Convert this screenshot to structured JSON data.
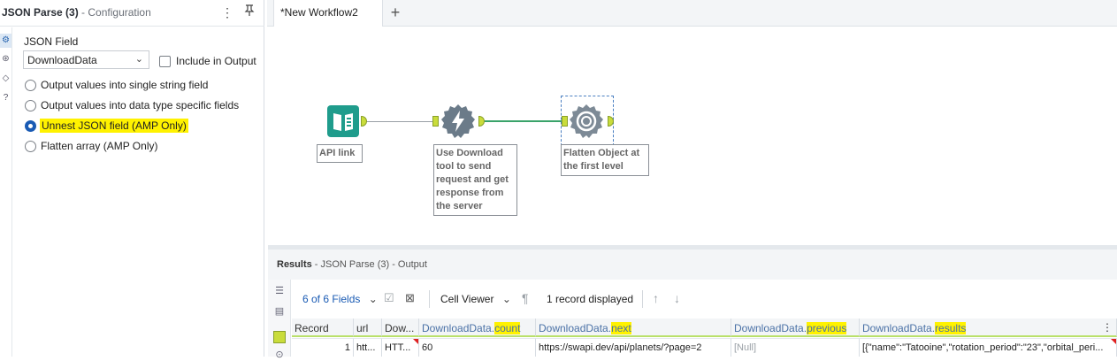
{
  "config": {
    "title": "JSON Parse (3)",
    "subtitle": " - Configuration",
    "field_label": "JSON Field",
    "field_value": "DownloadData",
    "include_label": "Include in Output",
    "options": [
      "Output values into single string field",
      "Output values into data type specific fields",
      "Unnest JSON field (AMP Only)",
      "Flatten array (AMP Only)"
    ],
    "selected_option": 2
  },
  "tabs": {
    "active": "*New Workflow2",
    "add": "+"
  },
  "canvas": {
    "tools": [
      {
        "name": "API link"
      },
      {
        "name": "Use Download tool to send request and get response from the server"
      },
      {
        "name": "Flatten Object at the first level"
      }
    ],
    "label_lines": [
      [
        "API link"
      ],
      [
        "Use Download",
        "tool to send",
        "request and get",
        "response from",
        "the server"
      ],
      [
        "Flatten Object at",
        "the first level"
      ]
    ]
  },
  "results": {
    "title": "Results",
    "subtitle": " - JSON Parse (3) - Output",
    "fields_label": "6 of 6 Fields",
    "viewer_label": "Cell Viewer",
    "records_label": "1 record displayed",
    "columns": [
      {
        "prefix": "Record",
        "suffix": ""
      },
      {
        "prefix": "url",
        "suffix": ""
      },
      {
        "prefix": "Dow...",
        "suffix": ""
      },
      {
        "prefix": "DownloadData.",
        "suffix": "count"
      },
      {
        "prefix": "DownloadData.",
        "suffix": "next"
      },
      {
        "prefix": "DownloadData.",
        "suffix": "previous"
      },
      {
        "prefix": "DownloadData.",
        "suffix": "results"
      }
    ],
    "row": [
      "1",
      "htt...",
      "HTT...",
      "60",
      "https://swapi.dev/api/planets/?page=2",
      "[Null]",
      "[{\"name\":\"Tatooine\",\"rotation_period\":\"23\",\"orbital_peri..."
    ]
  },
  "colors": {
    "accent": "#1a5bb4",
    "highlight": "#fff200",
    "anchor": "#c9dc3b",
    "input_tool": "#1f9c8c",
    "developer_tool": "#6b7b89"
  }
}
